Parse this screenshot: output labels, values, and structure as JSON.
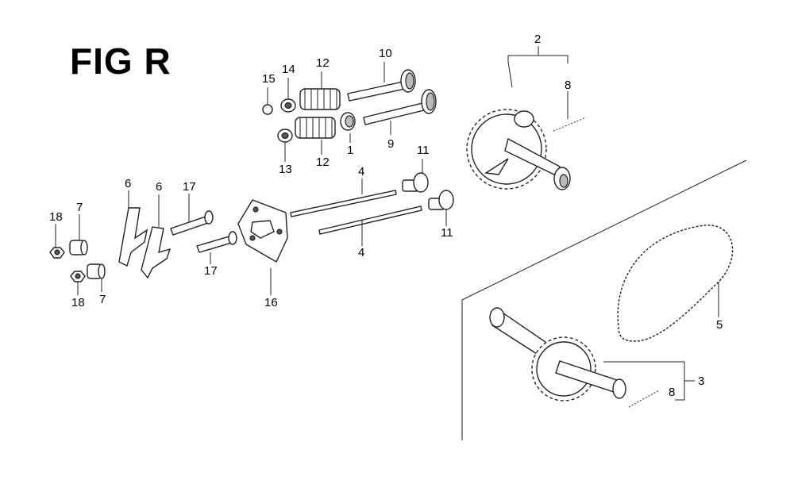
{
  "title": "FIG R",
  "callouts": [
    {
      "id": "c15",
      "label": "15"
    },
    {
      "id": "c14",
      "label": "14"
    },
    {
      "id": "c12a",
      "label": "12"
    },
    {
      "id": "c10",
      "label": "10"
    },
    {
      "id": "c2",
      "label": "2"
    },
    {
      "id": "c8a",
      "label": "8"
    },
    {
      "id": "c1",
      "label": "1"
    },
    {
      "id": "c9",
      "label": "9"
    },
    {
      "id": "c13",
      "label": "13"
    },
    {
      "id": "c12b",
      "label": "12"
    },
    {
      "id": "c11a",
      "label": "11"
    },
    {
      "id": "c4a",
      "label": "4"
    },
    {
      "id": "c6a",
      "label": "6"
    },
    {
      "id": "c6b",
      "label": "6"
    },
    {
      "id": "c17a",
      "label": "17"
    },
    {
      "id": "c18a",
      "label": "18"
    },
    {
      "id": "c7a",
      "label": "7"
    },
    {
      "id": "c11b",
      "label": "11"
    },
    {
      "id": "c4b",
      "label": "4"
    },
    {
      "id": "c17b",
      "label": "17"
    },
    {
      "id": "c18b",
      "label": "18"
    },
    {
      "id": "c7b",
      "label": "7"
    },
    {
      "id": "c16",
      "label": "16"
    },
    {
      "id": "c5",
      "label": "5"
    },
    {
      "id": "c3",
      "label": "3"
    },
    {
      "id": "c8b",
      "label": "8"
    }
  ]
}
